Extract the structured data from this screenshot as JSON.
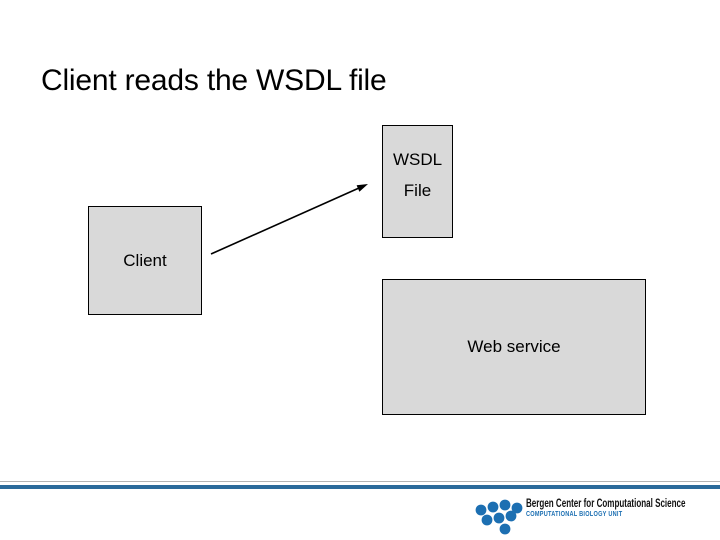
{
  "slide": {
    "title": "Client reads the WSDL file",
    "boxes": {
      "wsdl": {
        "line1": "WSDL",
        "line2": "File"
      },
      "client": {
        "label": "Client"
      },
      "web_service": {
        "label": "Web service"
      }
    },
    "footer": {
      "org_name": "Bergen Center for Computational Science",
      "org_unit": "COMPUTATIONAL BIOLOGY UNIT"
    }
  },
  "colors": {
    "box-fill": "#d9d9d9",
    "box-border": "#000000",
    "divider-blue": "#2a6a9a",
    "divider-gray": "#b3b3b3",
    "logo-blue": "#1c6fb2",
    "arrow-color": "#000000"
  }
}
